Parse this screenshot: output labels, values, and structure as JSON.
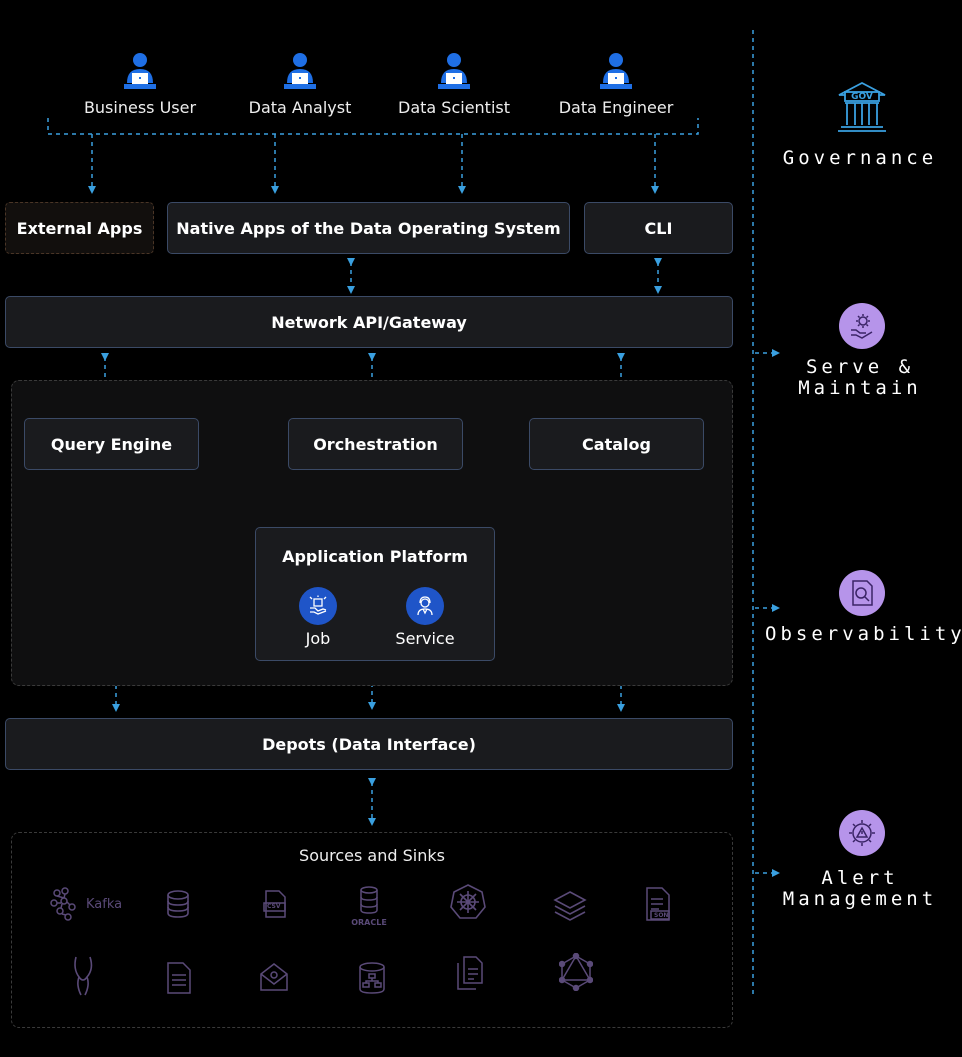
{
  "personas": [
    {
      "label": "Business User"
    },
    {
      "label": "Data Analyst"
    },
    {
      "label": "Data Scientist"
    },
    {
      "label": "Data Engineer"
    }
  ],
  "apps": {
    "external": "External Apps",
    "native": "Native Apps of the Data Operating System",
    "cli": "CLI"
  },
  "gateway": "Network API/Gateway",
  "core": {
    "query_engine": "Query Engine",
    "orchestration": "Orchestration",
    "catalog": "Catalog",
    "app_platform": {
      "title": "Application Platform",
      "job": "Job",
      "service": "Service"
    }
  },
  "depots": "Depots (Data Interface)",
  "sources": {
    "title": "Sources and Sinks",
    "kafka_label": "Kafka",
    "oracle_label": "ORACLE",
    "csv_label": "CSV",
    "json_label": "SON"
  },
  "sidebar": {
    "gov_badge": "GOV",
    "governance": "Governance",
    "serve_line1": "Serve &",
    "serve_line2": "Maintain",
    "observability": "Observability",
    "alert_line1": "Alert",
    "alert_line2": "Management"
  },
  "colors": {
    "accent_blue": "#3aa0e0",
    "persona_blue": "#1f6fe5",
    "sidebar_purple": "#b694ea",
    "source_icon": "#5a4a78"
  }
}
